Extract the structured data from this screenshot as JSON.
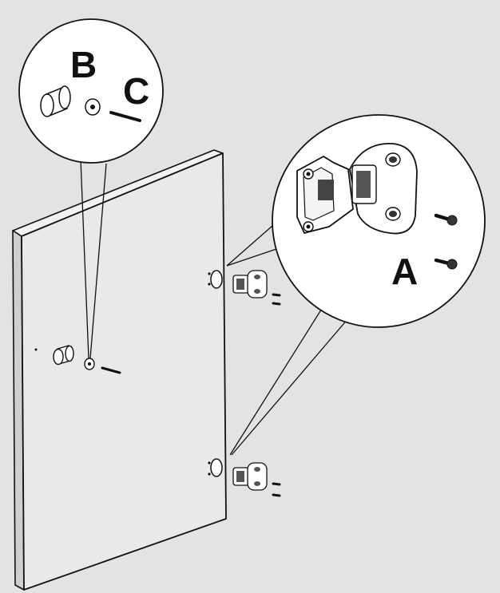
{
  "labels": {
    "hinge": "A",
    "dowel": "B",
    "screw": "C"
  },
  "colors": {
    "background": "#e3e3e3",
    "panel": "#e9e9e9",
    "panel_edge": "#c8c8c8",
    "line": "#111111",
    "callout_fill": "#ffffff"
  },
  "icons": [
    "hinge-icon",
    "dowel-icon",
    "washer-icon",
    "screw-icon",
    "hole-icon"
  ]
}
